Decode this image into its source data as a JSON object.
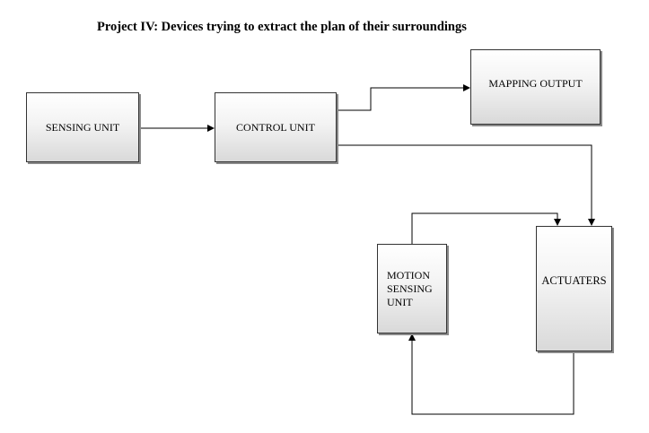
{
  "title": "Project IV: Devices trying to extract the plan of their surroundings",
  "nodes": {
    "sensing_unit": "SENSING UNIT",
    "control_unit": "CONTROL UNIT",
    "mapping_output": "MAPPING OUTPUT",
    "motion_sensing_unit": "MOTION\nSENSING\nUNIT",
    "actuaters": "ACTUATERS"
  },
  "connections": [
    {
      "from": "SENSING UNIT",
      "to": "CONTROL UNIT"
    },
    {
      "from": "CONTROL UNIT",
      "to": "MAPPING OUTPUT"
    },
    {
      "from": "CONTROL UNIT",
      "to": "ACTUATERS"
    },
    {
      "from": "MOTION SENSING UNIT",
      "to": "ACTUATERS"
    },
    {
      "from": "ACTUATERS",
      "to": "MOTION SENSING UNIT"
    }
  ]
}
